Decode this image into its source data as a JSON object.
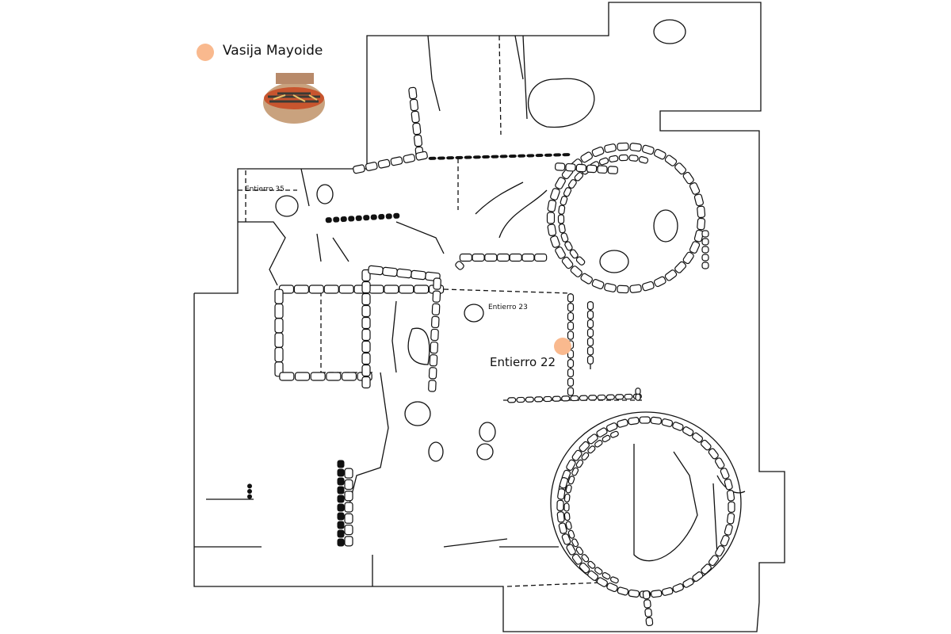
{
  "legend": {
    "label": "Vasija Mayoide",
    "marker_color": "#f9b98e"
  },
  "labels": {
    "burial_35": "Entierro 35",
    "burial_23": "Entierro 23",
    "burial_22": "Entierro 22"
  },
  "markers": {
    "burial_22_color": "#f9b98e"
  }
}
